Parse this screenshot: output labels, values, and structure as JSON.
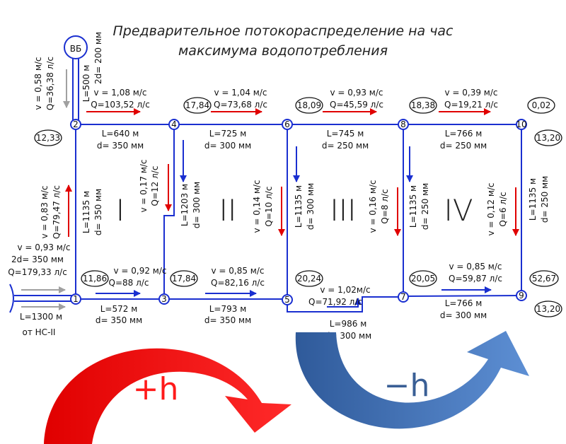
{
  "title": {
    "line1": "Предварительное потокораспределение на час",
    "line2": "максимума водопотребления"
  },
  "tower": {
    "label": "ВБ"
  },
  "nodes": [
    {
      "id": "1",
      "value": "11,86"
    },
    {
      "id": "2",
      "value": "12,33"
    },
    {
      "id": "3",
      "value": "17,84"
    },
    {
      "id": "4",
      "value": "17,84"
    },
    {
      "id": "5",
      "value": "20,24"
    },
    {
      "id": "6",
      "value": "18,09"
    },
    {
      "id": "7",
      "value": "20,05"
    },
    {
      "id": "8",
      "value": "18,38"
    },
    {
      "id": "9",
      "value": "52,67"
    },
    {
      "id": "10",
      "value": "0,02"
    }
  ],
  "extra_values": {
    "node10": "13,20",
    "node9": "13,20"
  },
  "rings": [
    "I",
    "II",
    "III",
    "IV"
  ],
  "inlet": {
    "v": "v = 0,93 м/с",
    "d": "2d= 350 мм",
    "q": "Q=179,33 л/с",
    "l": "L=1300 м",
    "from": "от НС-II"
  },
  "tower_pipe": {
    "v": "v = 0,58 м/с",
    "q": "Q=36,38 л/с",
    "l": "L=500 м",
    "d": "2d= 200 мм"
  },
  "pipes": {
    "p2_4": {
      "v": "v = 1,08 м/с",
      "q": "Q=103,52 л/с",
      "l": "L=640 м",
      "d": "d= 350 мм"
    },
    "p4_6": {
      "v": "v = 1,04 м/с",
      "q": "Q=73,68 л/с",
      "l": "L=725 м",
      "d": "d= 300 мм"
    },
    "p6_8": {
      "v": "v = 0,93 м/с",
      "q": "Q=45,59 л/с",
      "l": "L=745 м",
      "d": "d= 250 мм"
    },
    "p8_10": {
      "v": "v = 0,39 м/с",
      "q": "Q=19,21 л/с",
      "l": "L=766 м",
      "d": "d= 250 мм"
    },
    "p1_3": {
      "v": "v = 0,92 м/с",
      "q": "Q=88 л/с",
      "l": "L=572 м",
      "d": "d= 350 мм"
    },
    "p3_5": {
      "v": "v = 0,85 м/с",
      "q": "Q=82,16 л/с",
      "l": "L=793 м",
      "d": "d= 350 мм"
    },
    "p5_7": {
      "v": "v = 1,02м/с",
      "q": "Q=71,92 л/с",
      "l": "L=986 м",
      "d": "d= 300 мм"
    },
    "p7_9": {
      "v": "v = 0,85 м/с",
      "q": "Q=59,87 л/с",
      "l": "L=766 м",
      "d": "d= 300 мм"
    },
    "p1_2": {
      "v": "v = 0,83 м/с",
      "q": "Q=79,47 л/с",
      "l": "L=1135 м",
      "d": "d= 350 мм"
    },
    "p3_4": {
      "v": "v = 0,17 м/с",
      "q": "Q=12 л/с",
      "l": "L=1203 м",
      "d": "d= 300 мм"
    },
    "p5_6": {
      "v": "v = 0,14 м/с",
      "q": "Q=10 л/с",
      "l": "L=1135 м",
      "d": "d= 300 мм"
    },
    "p7_8": {
      "v": "v = 0,16 м/с",
      "q": "Q=8 л/с",
      "l": "L=1135 м",
      "d": "d= 250 мм"
    },
    "p9_10": {
      "v": "v = 0,12 м/с",
      "q": "Q=6 л/с",
      "l": "L=1135 м",
      "d": "d= 250 мм"
    }
  },
  "signs": {
    "plus": "+h",
    "minus": "−h"
  },
  "colors": {
    "line": "#1a2fd0",
    "red_arrow": "#e00000",
    "blue_arrow": "#1a2fd0",
    "gray_arrow": "#a0a0a0",
    "plus_arc": "#ff0000",
    "minus_arc": "#3a6db5",
    "plus_text": "#ff1a1a",
    "minus_text": "#3a5f95"
  }
}
